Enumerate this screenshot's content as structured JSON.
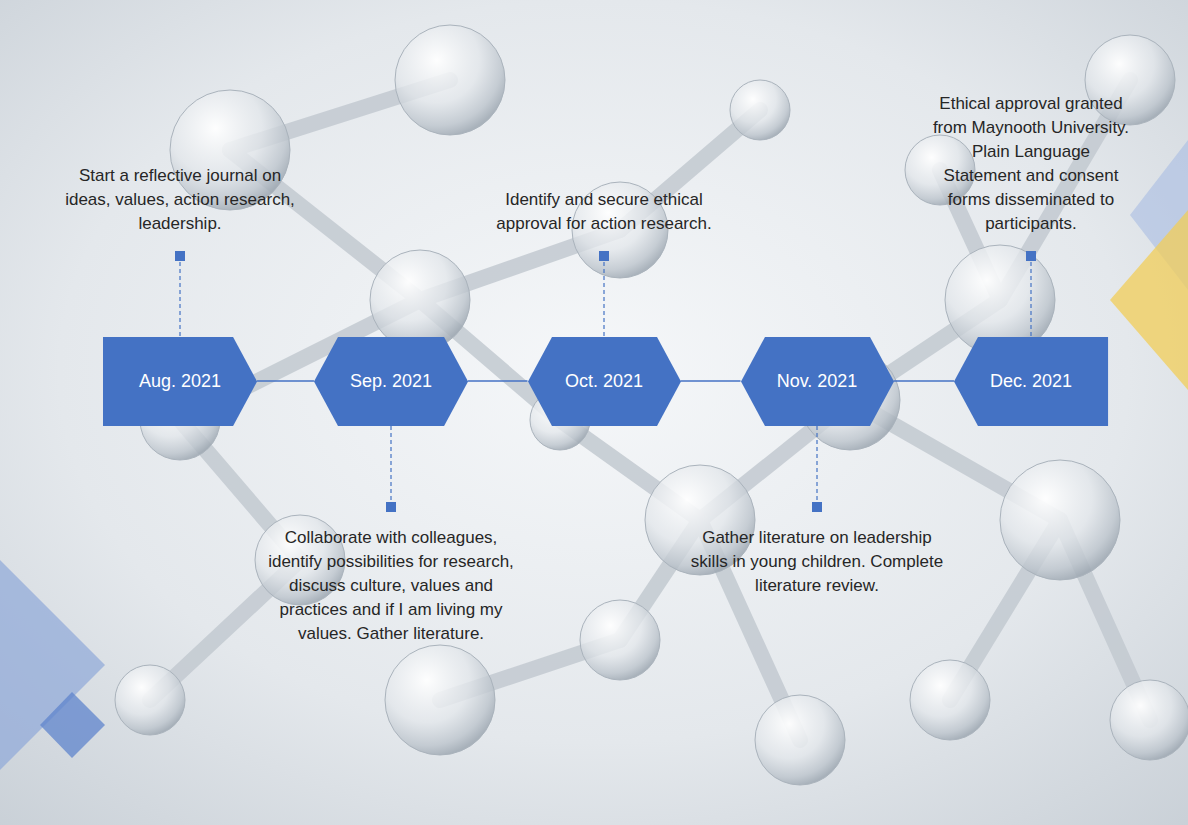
{
  "diagram": {
    "nodes": [
      {
        "text": [
          "Aug. 2021"
        ]
      },
      {
        "text": [
          "Sep. 2021"
        ]
      },
      {
        "text": [
          "Oct. 2021"
        ]
      },
      {
        "text": [
          "Nov. 2021"
        ]
      },
      {
        "text": [
          "Dec. 2021"
        ]
      }
    ],
    "edges": [
      {
        "from": 0,
        "to": 1,
        "arrow": "none"
      },
      {
        "from": 1,
        "to": 2,
        "arrow": "none"
      },
      {
        "from": 2,
        "to": 3,
        "arrow": "none"
      },
      {
        "from": 3,
        "to": 4,
        "arrow": "none"
      }
    ],
    "labels": [
      "Start a reflective journal on ideas, values, action research, leadership.",
      "Collaborate with colleagues, identify possibilities for research, discuss culture, values and practices and if I am living my values. Gather literature.",
      "Identify and secure ethical approval for action research.",
      "Gather literature on leadership skills in young children. Complete literature review.",
      "Ethical approval granted from Maynooth University. Plain Language Statement and consent forms disseminated to participants."
    ]
  }
}
